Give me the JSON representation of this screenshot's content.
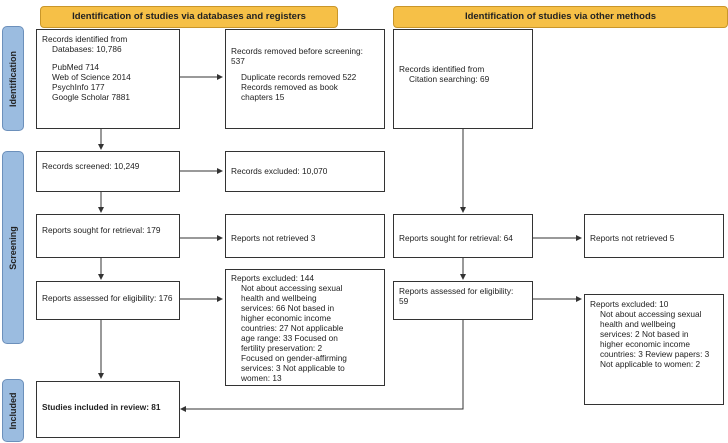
{
  "headers": {
    "left": "Identification of studies via databases and registers",
    "right": "Identification of studies via other methods"
  },
  "phases": {
    "identification": "Identification",
    "screening": "Screening",
    "included": "Included"
  },
  "boxes": {
    "records_identified": {
      "line1": "Records identified from",
      "line2": "Databases: 10,786",
      "sub": [
        "PubMed 714",
        "Web of Science 2014",
        "PsychInfo 177",
        "Google Scholar 7881"
      ]
    },
    "records_removed": {
      "line1": "Records removed before screening:",
      "line2": "537",
      "sub": [
        "Duplicate records removed 522",
        "Records removed as book",
        "chapters 15"
      ]
    },
    "other_identified": {
      "line1": "Records identified from",
      "line2": "Citation searching: 69"
    },
    "records_screened": "Records screened: 10,249",
    "records_excluded": "Records excluded: 10,070",
    "sought_retrieval": "Reports sought for retrieval: 179",
    "not_retrieved": "Reports not retrieved 3",
    "other_sought": "Reports sought for retrieval: 64",
    "other_not_retrieved": "Reports not retrieved 5",
    "assessed": "Reports assessed for eligibility: 176",
    "excluded": {
      "title": "Reports excluded: 144",
      "lines": [
        "Not about accessing sexual",
        "health and wellbeing",
        "services: 66 Not based in",
        "higher economic income",
        "countries: 27 Not applicable",
        "age range: 33 Focused on",
        "fertility preservation: 2",
        "Focused on gender-affirming",
        "services: 3 Not applicable to",
        "women: 13"
      ]
    },
    "other_assessed": {
      "line1": "Reports assessed for eligibility:",
      "line2": "59"
    },
    "other_excluded": {
      "title": "Reports excluded: 10",
      "lines": [
        "Not about accessing sexual",
        "health and wellbeing",
        "services: 2 Not based in",
        "higher economic income",
        "countries: 3 Review papers: 3",
        "Not applicable to women: 2"
      ]
    },
    "included": "Studies included in review: 81"
  }
}
